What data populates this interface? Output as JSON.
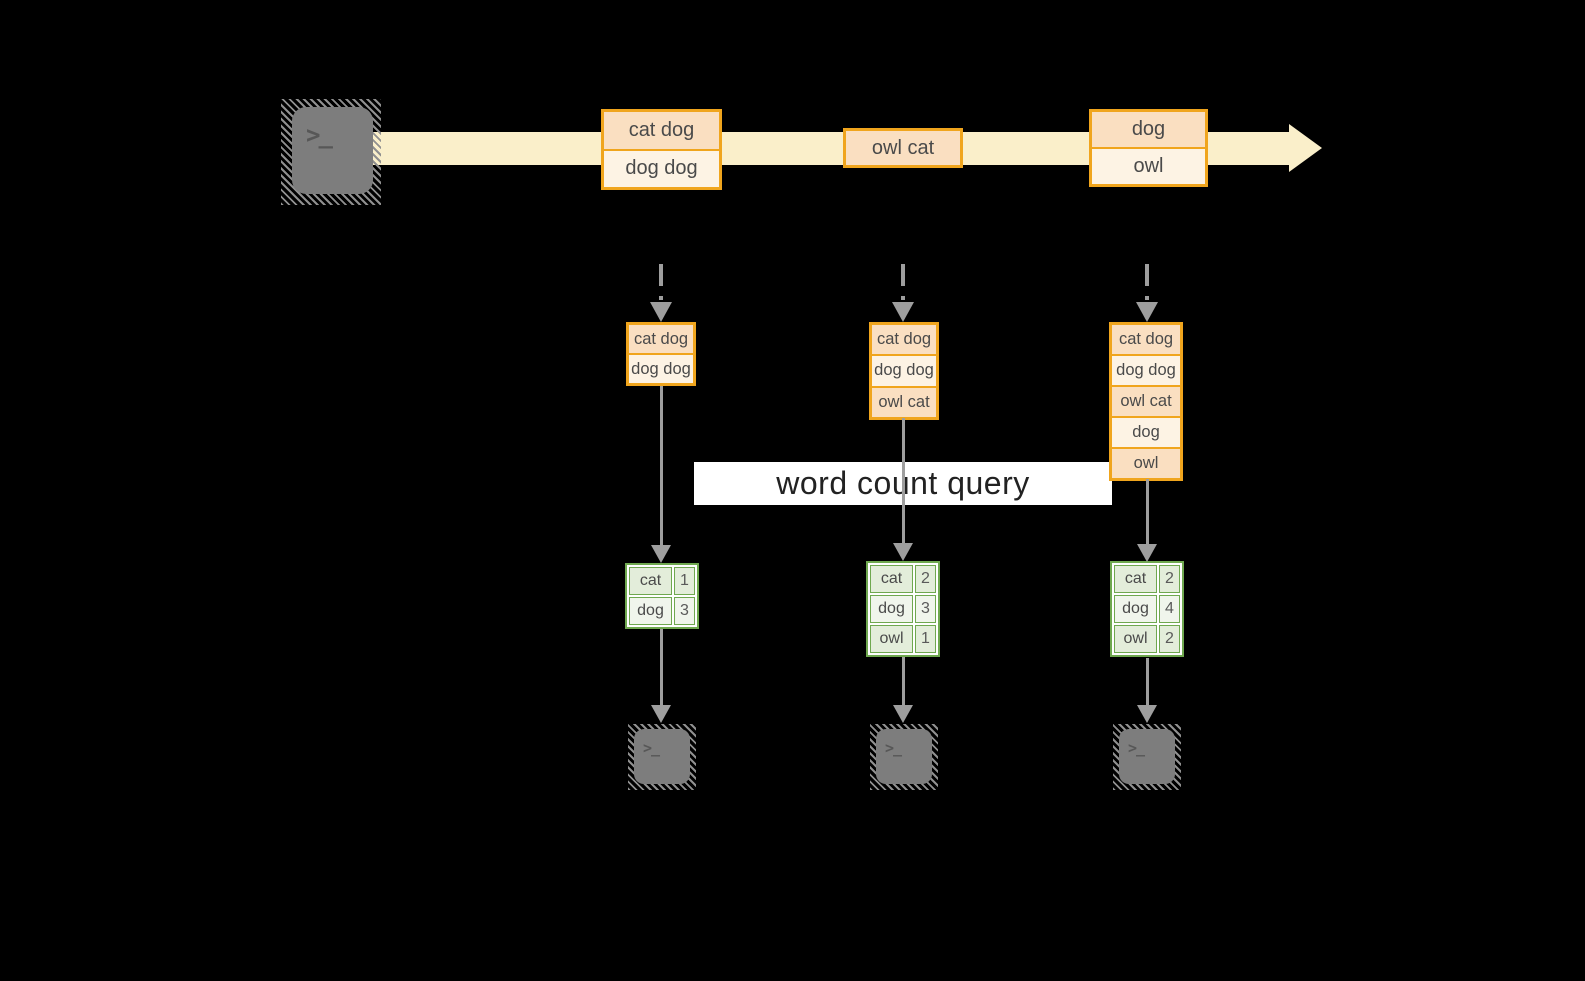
{
  "query_label": "word count query",
  "source_terminal": {
    "prompt_glyph": ">_"
  },
  "timeline": {
    "events": [
      {
        "rows": [
          "cat dog",
          "dog dog"
        ]
      },
      {
        "rows": [
          "owl cat"
        ]
      },
      {
        "rows": [
          "dog",
          "owl"
        ]
      }
    ]
  },
  "pipelines": [
    {
      "buffer": [
        "cat dog",
        "dog dog"
      ],
      "counts": [
        {
          "word": "cat",
          "count": "1"
        },
        {
          "word": "dog",
          "count": "3"
        }
      ]
    },
    {
      "buffer": [
        "cat dog",
        "dog dog",
        "owl cat"
      ],
      "counts": [
        {
          "word": "cat",
          "count": "2"
        },
        {
          "word": "dog",
          "count": "3"
        },
        {
          "word": "owl",
          "count": "1"
        }
      ]
    },
    {
      "buffer": [
        "cat dog",
        "dog dog",
        "owl cat",
        "dog",
        "owl"
      ],
      "counts": [
        {
          "word": "cat",
          "count": "2"
        },
        {
          "word": "dog",
          "count": "4"
        },
        {
          "word": "owl",
          "count": "2"
        }
      ]
    }
  ],
  "sink_terminals": [
    {
      "prompt_glyph": ">_"
    },
    {
      "prompt_glyph": ">_"
    },
    {
      "prompt_glyph": ">_"
    }
  ],
  "colors": {
    "background": "#000000",
    "stream_band": "#faefca",
    "orange_border": "#f0a51d",
    "peach_fill": "#fadfc1",
    "cream_fill": "#fdf3e4",
    "green_border": "#6fa84f",
    "green_fill_dark": "#e3edda",
    "green_fill_light": "#f0f5ec",
    "arrow_gray": "#9e9e9e",
    "terminal_gray": "#7d7d7d",
    "label_bg": "#ffffff"
  }
}
